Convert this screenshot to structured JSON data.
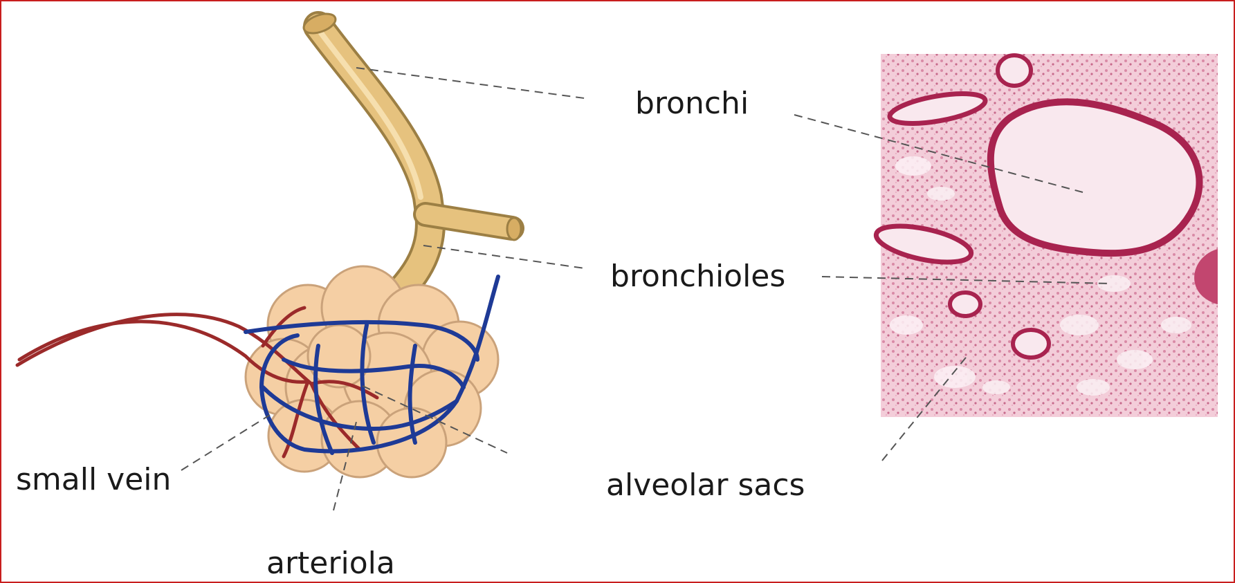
{
  "labels": {
    "bronchi": "bronchi",
    "bronchioles": "bronchioles",
    "small_vein": "small vein",
    "arteriola": "arteriola",
    "alveolar_sacs": "alveolar sacs"
  },
  "colors": {
    "frame_border": "#c81e1e",
    "airway": "#e6c27e",
    "airway_outline": "#9c7f44",
    "alveoli": "#f5cfa4",
    "alveoli_outline": "#caa27a",
    "vein": "#1e3a96",
    "artery": "#9b2a2a",
    "tissue": "#e7a8bd",
    "tissue_dark": "#a8234f",
    "lumen": "#f9e8ee",
    "leader_line": "#555555"
  }
}
